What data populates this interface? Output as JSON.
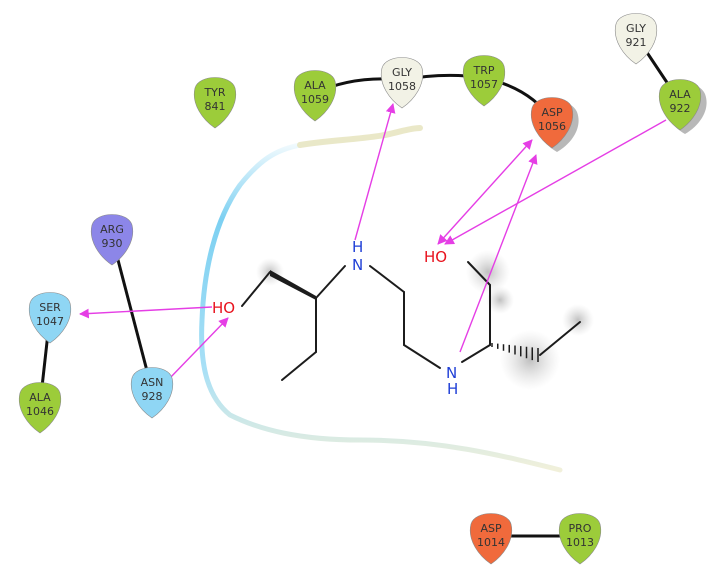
{
  "ligand": {
    "atoms": {
      "ho_left": {
        "text": "HO",
        "color": "#e8121d"
      },
      "ho_right": {
        "text": "HO",
        "color": "#e8121d"
      },
      "n_top_h": {
        "text": "H",
        "color": "#1f3fd6"
      },
      "n_top": {
        "text": "N",
        "color": "#1f3fd6"
      },
      "n_bottom": {
        "text": "N",
        "color": "#1f3fd6"
      },
      "n_bottom_h": {
        "text": "H",
        "color": "#1f3fd6"
      }
    },
    "bond_color": "#1c1c1c"
  },
  "residues": [
    {
      "id": "tyr841",
      "name": "TYR",
      "num": "841",
      "type": "hydrophobic"
    },
    {
      "id": "ala1059",
      "name": "ALA",
      "num": "1059",
      "type": "hydrophobic"
    },
    {
      "id": "gly1058",
      "name": "GLY",
      "num": "1058",
      "type": "glycine"
    },
    {
      "id": "trp1057",
      "name": "TRP",
      "num": "1057",
      "type": "hydrophobic"
    },
    {
      "id": "asp1056",
      "name": "ASP",
      "num": "1056",
      "type": "negative"
    },
    {
      "id": "gly921",
      "name": "GLY",
      "num": "921",
      "type": "glycine"
    },
    {
      "id": "ala922",
      "name": "ALA",
      "num": "922",
      "type": "hydrophobic"
    },
    {
      "id": "arg930",
      "name": "ARG",
      "num": "930",
      "type": "positive"
    },
    {
      "id": "ser1047",
      "name": "SER",
      "num": "1047",
      "type": "polar"
    },
    {
      "id": "asn928",
      "name": "ASN",
      "num": "928",
      "type": "polar"
    },
    {
      "id": "ala1046",
      "name": "ALA",
      "num": "1046",
      "type": "hydrophobic"
    },
    {
      "id": "asp1014",
      "name": "ASP",
      "num": "1014",
      "type": "negative"
    },
    {
      "id": "pro1013",
      "name": "PRO",
      "num": "1013",
      "type": "hydrophobic"
    }
  ],
  "residue_colors": {
    "hydrophobic": "#9ccc3a",
    "glycine": "#f2f2e6",
    "negative": "#f06a3c",
    "positive": "#8c86e8",
    "polar": "#8fd6f4"
  },
  "hbond_color": "#e53ee5",
  "backbone_color": "#111111",
  "pocket_colors": {
    "cyan": "#6ecbf0",
    "yellow": "#e8e6c2"
  }
}
